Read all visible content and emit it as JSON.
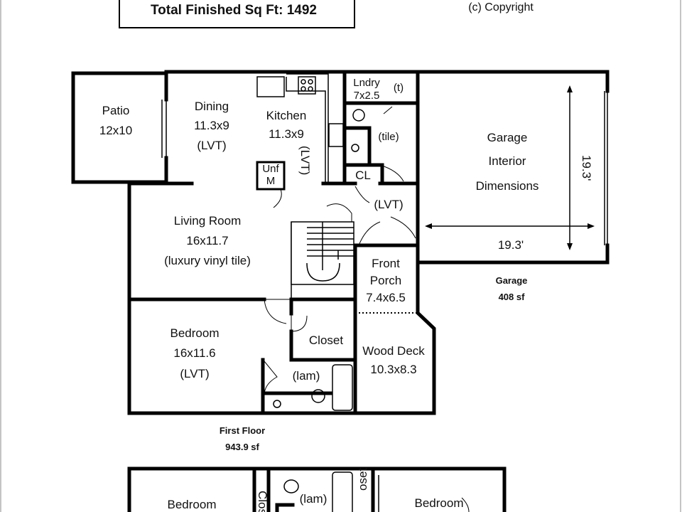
{
  "header": {
    "total_sqft_label": "Total Finished Sq Ft: 1492",
    "copyright": "(c) Copyright"
  },
  "rooms": {
    "patio": {
      "name": "Patio",
      "size": "12x10"
    },
    "dining": {
      "name": "Dining",
      "size": "11.3x9",
      "floor": "(LVT)"
    },
    "kitchen": {
      "name": "Kitchen",
      "size": "11.3x9",
      "floor": "(LVT)"
    },
    "laundry": {
      "name": "Lndry",
      "size": "7x2.5",
      "tag": "(t)"
    },
    "bath_half": {
      "floor": "(tile)",
      "closet": "CL"
    },
    "unf": {
      "line1": "Unf",
      "line2": "M"
    },
    "hall": {
      "floor": "(LVT)"
    },
    "living": {
      "name": "Living Room",
      "size": "16x11.7",
      "floor": "(luxury vinyl tile)"
    },
    "front_porch": {
      "line1": "Front",
      "line2": "Porch",
      "size": "7.4x6.5"
    },
    "bedroom1": {
      "name": "Bedroom",
      "size": "16x11.6",
      "floor": "(LVT)"
    },
    "closet1": {
      "name": "Closet"
    },
    "bath1": {
      "floor": "(lam)"
    },
    "wood_deck": {
      "name": "Wood Deck",
      "size": "10.3x8.3"
    },
    "garage": {
      "line1": "Garage",
      "line2": "Interior",
      "line3": "Dimensions",
      "width": "19.3'",
      "depth": "19.3'",
      "label": "Garage",
      "area": "408 sf"
    }
  },
  "floor_summary": {
    "name": "First Floor",
    "area": "943.9 sf"
  },
  "second_floor": {
    "bedroom_left": "Bedroom",
    "closet_left": "Clos",
    "bath": "(lam)",
    "closet_right": "oset",
    "bedroom_right": "Bedroom"
  }
}
